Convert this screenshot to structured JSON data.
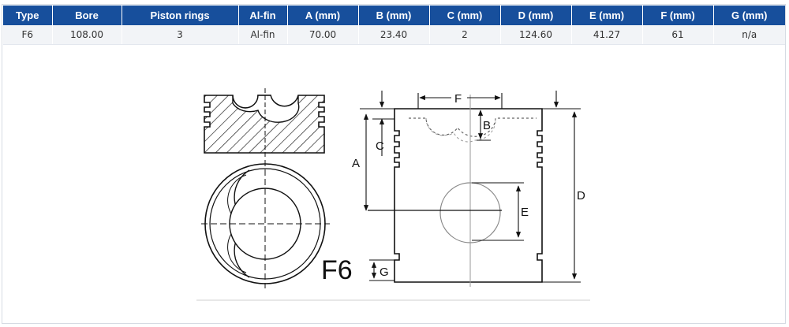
{
  "table": {
    "headers": [
      "Type",
      "Bore",
      "Piston rings",
      "Al-fin",
      "A (mm)",
      "B (mm)",
      "C (mm)",
      "D (mm)",
      "E (mm)",
      "F (mm)",
      "G (mm)"
    ],
    "rows": [
      [
        "F6",
        "108.00",
        "3",
        "Al-fin",
        "70.00",
        "23.40",
        "2",
        "124.60",
        "41.27",
        "61",
        "n/a"
      ]
    ]
  },
  "diagram": {
    "model_label": "F6",
    "dim_labels": {
      "a": "A",
      "b": "B",
      "c": "C",
      "d": "D",
      "e": "E",
      "f": "F",
      "g": "G"
    }
  },
  "colors": {
    "header_bg": "#174f9c",
    "row_bg": "#f2f4f7"
  }
}
